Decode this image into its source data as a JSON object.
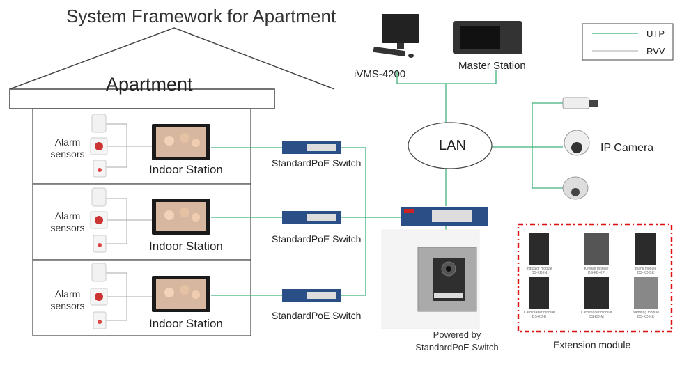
{
  "title": "System Framework for Apartment",
  "house_label": "Apartment",
  "floors": [
    {
      "alarm_label": "Alarm sensors",
      "indoor_label": "Indoor Station",
      "switch_label": "StandardPoE Switch"
    },
    {
      "alarm_label": "Alarm sensors",
      "indoor_label": "Indoor Station",
      "switch_label": "StandardPoE Switch"
    },
    {
      "alarm_label": "Alarm sensors",
      "indoor_label": "Indoor Station",
      "switch_label": "StandardPoE Switch"
    }
  ],
  "ivms_label": "iVMS-4200",
  "master_label": "Master Station",
  "lan_label": "LAN",
  "ipc_label": "IP Camera",
  "legend": {
    "utp": "UTP",
    "rvv": "RVV",
    "utp_color": "#3fb07a",
    "rvv_color": "#aaaaaa"
  },
  "door_station_caption": {
    "line1": "Powered by",
    "line2": "StandardPoE Switch"
  },
  "extension_label": "Extension module",
  "modules": [
    {
      "name": "Indicator module",
      "code": "DS-KD-IN"
    },
    {
      "name": "Keypad module",
      "code": "DS-KD-KP"
    },
    {
      "name": "Blank module",
      "code": "DS-KD-BK"
    },
    {
      "name": "Card reader module",
      "code": "DS-KD-E"
    },
    {
      "name": "Card reader module",
      "code": "DS-KD-M"
    },
    {
      "name": "Nametag module",
      "code": "DS-KD-KK"
    }
  ]
}
